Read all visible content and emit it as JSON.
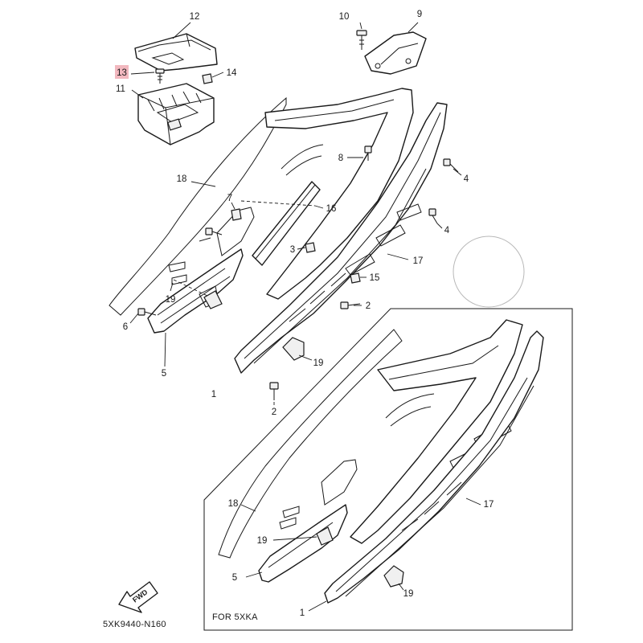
{
  "diagram_code": "5XK9440-N160",
  "variant_label": "FOR 5XKA",
  "direction_label": "FWD",
  "highlight_color": "#f2b8bf",
  "highlighted_part": "13",
  "callouts": {
    "c12": "12",
    "c13": "13",
    "c11": "11",
    "c14": "14",
    "c10": "10",
    "c9": "9",
    "c8": "8",
    "c4a": "4",
    "c4b": "4",
    "c18": "18",
    "c7": "7",
    "c16": "16",
    "c3": "3",
    "c17": "17",
    "c15": "15",
    "c2a": "2",
    "c19a": "19",
    "c6": "6",
    "c5": "5",
    "c19b": "19",
    "c1": "1",
    "c2b": "2",
    "c18b": "18",
    "c17b": "17",
    "c19c": "19",
    "c5b": "5",
    "c19d": "19",
    "c1b": "1"
  }
}
